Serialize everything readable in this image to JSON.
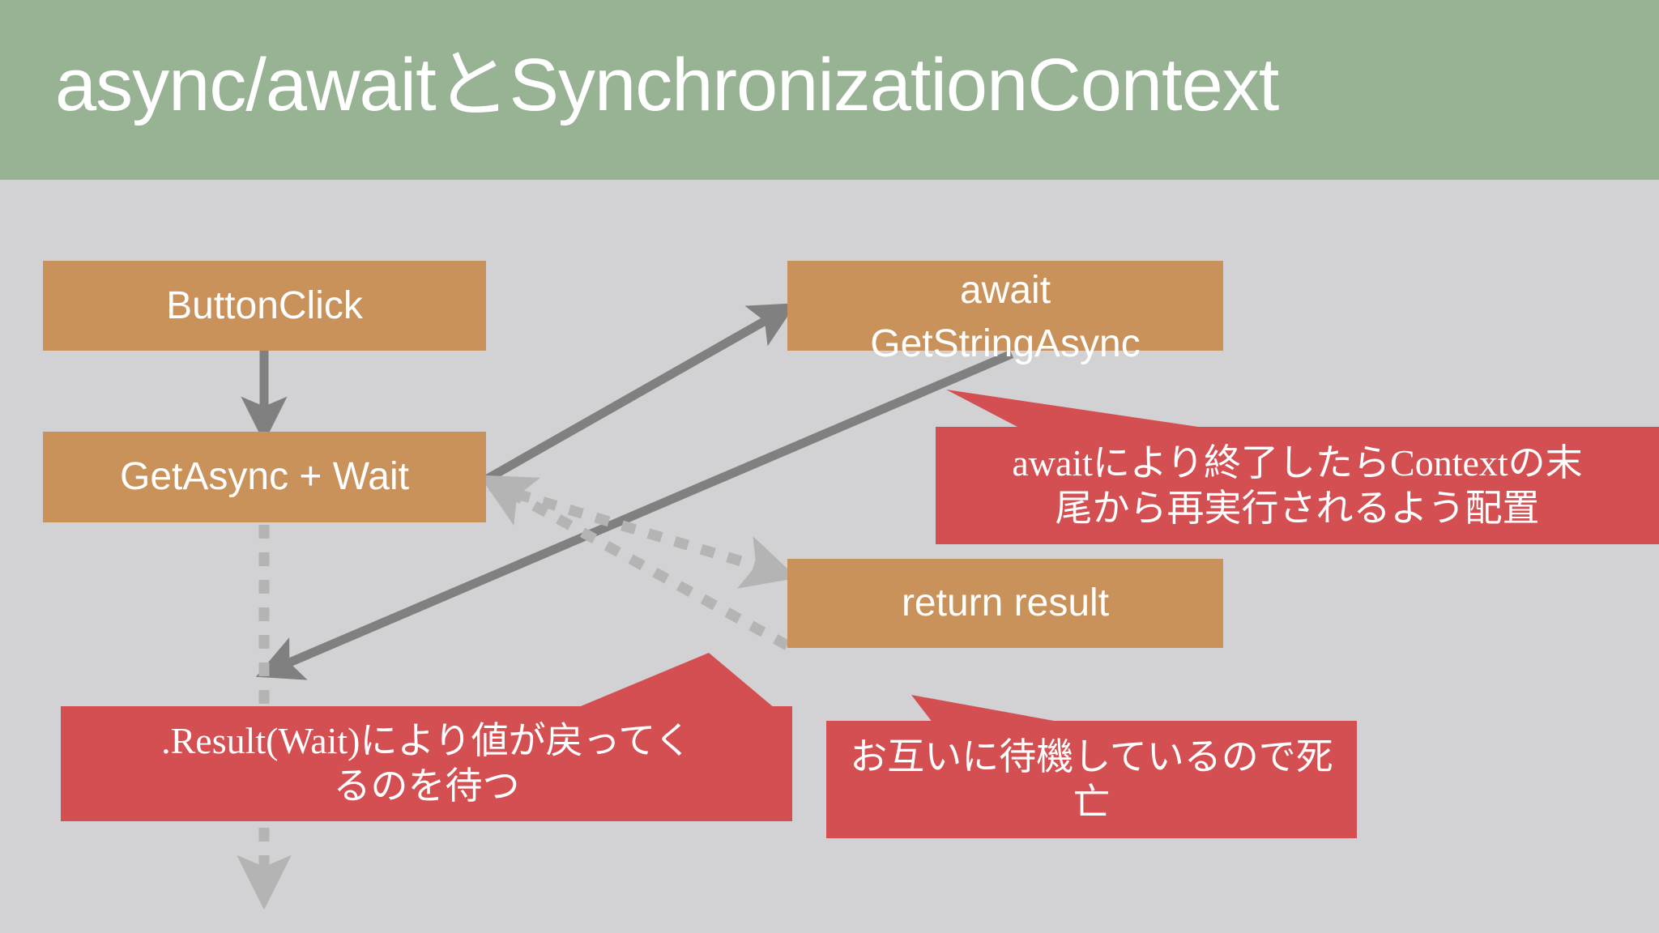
{
  "slide": {
    "title": "async/awaitとSynchronizationContext",
    "background_color": "#d2d2d4",
    "header_color": "#97b394",
    "box_color": "#c9925a",
    "callout_color": "#d34f52",
    "arrow_color": "#808080",
    "arrow_color_dotted": "#b4b4b4"
  },
  "boxes": {
    "button_click": "ButtonClick",
    "get_async_wait": "GetAsync + Wait",
    "await_get_string_async": "await\nGetStringAsync",
    "return_result": "return result"
  },
  "callouts": {
    "await_context": "awaitにより終了したらContextの末\n尾から再実行されるよう配置",
    "result_wait": ".Result(Wait)により値が戻ってく\nるのを待つ",
    "deadlock": "お互いに待機しているので死亡"
  },
  "connectors": [
    {
      "name": "buttonclick-to-getasync",
      "style": "solid",
      "from": "ButtonClick",
      "to": "GetAsync + Wait"
    },
    {
      "name": "getasync-to-await",
      "style": "solid",
      "from": "GetAsync + Wait",
      "to": "await GetStringAsync"
    },
    {
      "name": "await-return-downleft",
      "style": "solid",
      "from": "await GetStringAsync",
      "to": "below GetAsync + Wait"
    },
    {
      "name": "getasync-to-returnresult",
      "style": "dotted",
      "from": "GetAsync + Wait",
      "to": "return result"
    },
    {
      "name": "returnresult-to-getasync",
      "style": "dotted",
      "from": "return result",
      "to": "GetAsync + Wait"
    },
    {
      "name": "getasync-waiting-down",
      "style": "dotted",
      "from": "GetAsync + Wait",
      "to": "bottom"
    }
  ]
}
